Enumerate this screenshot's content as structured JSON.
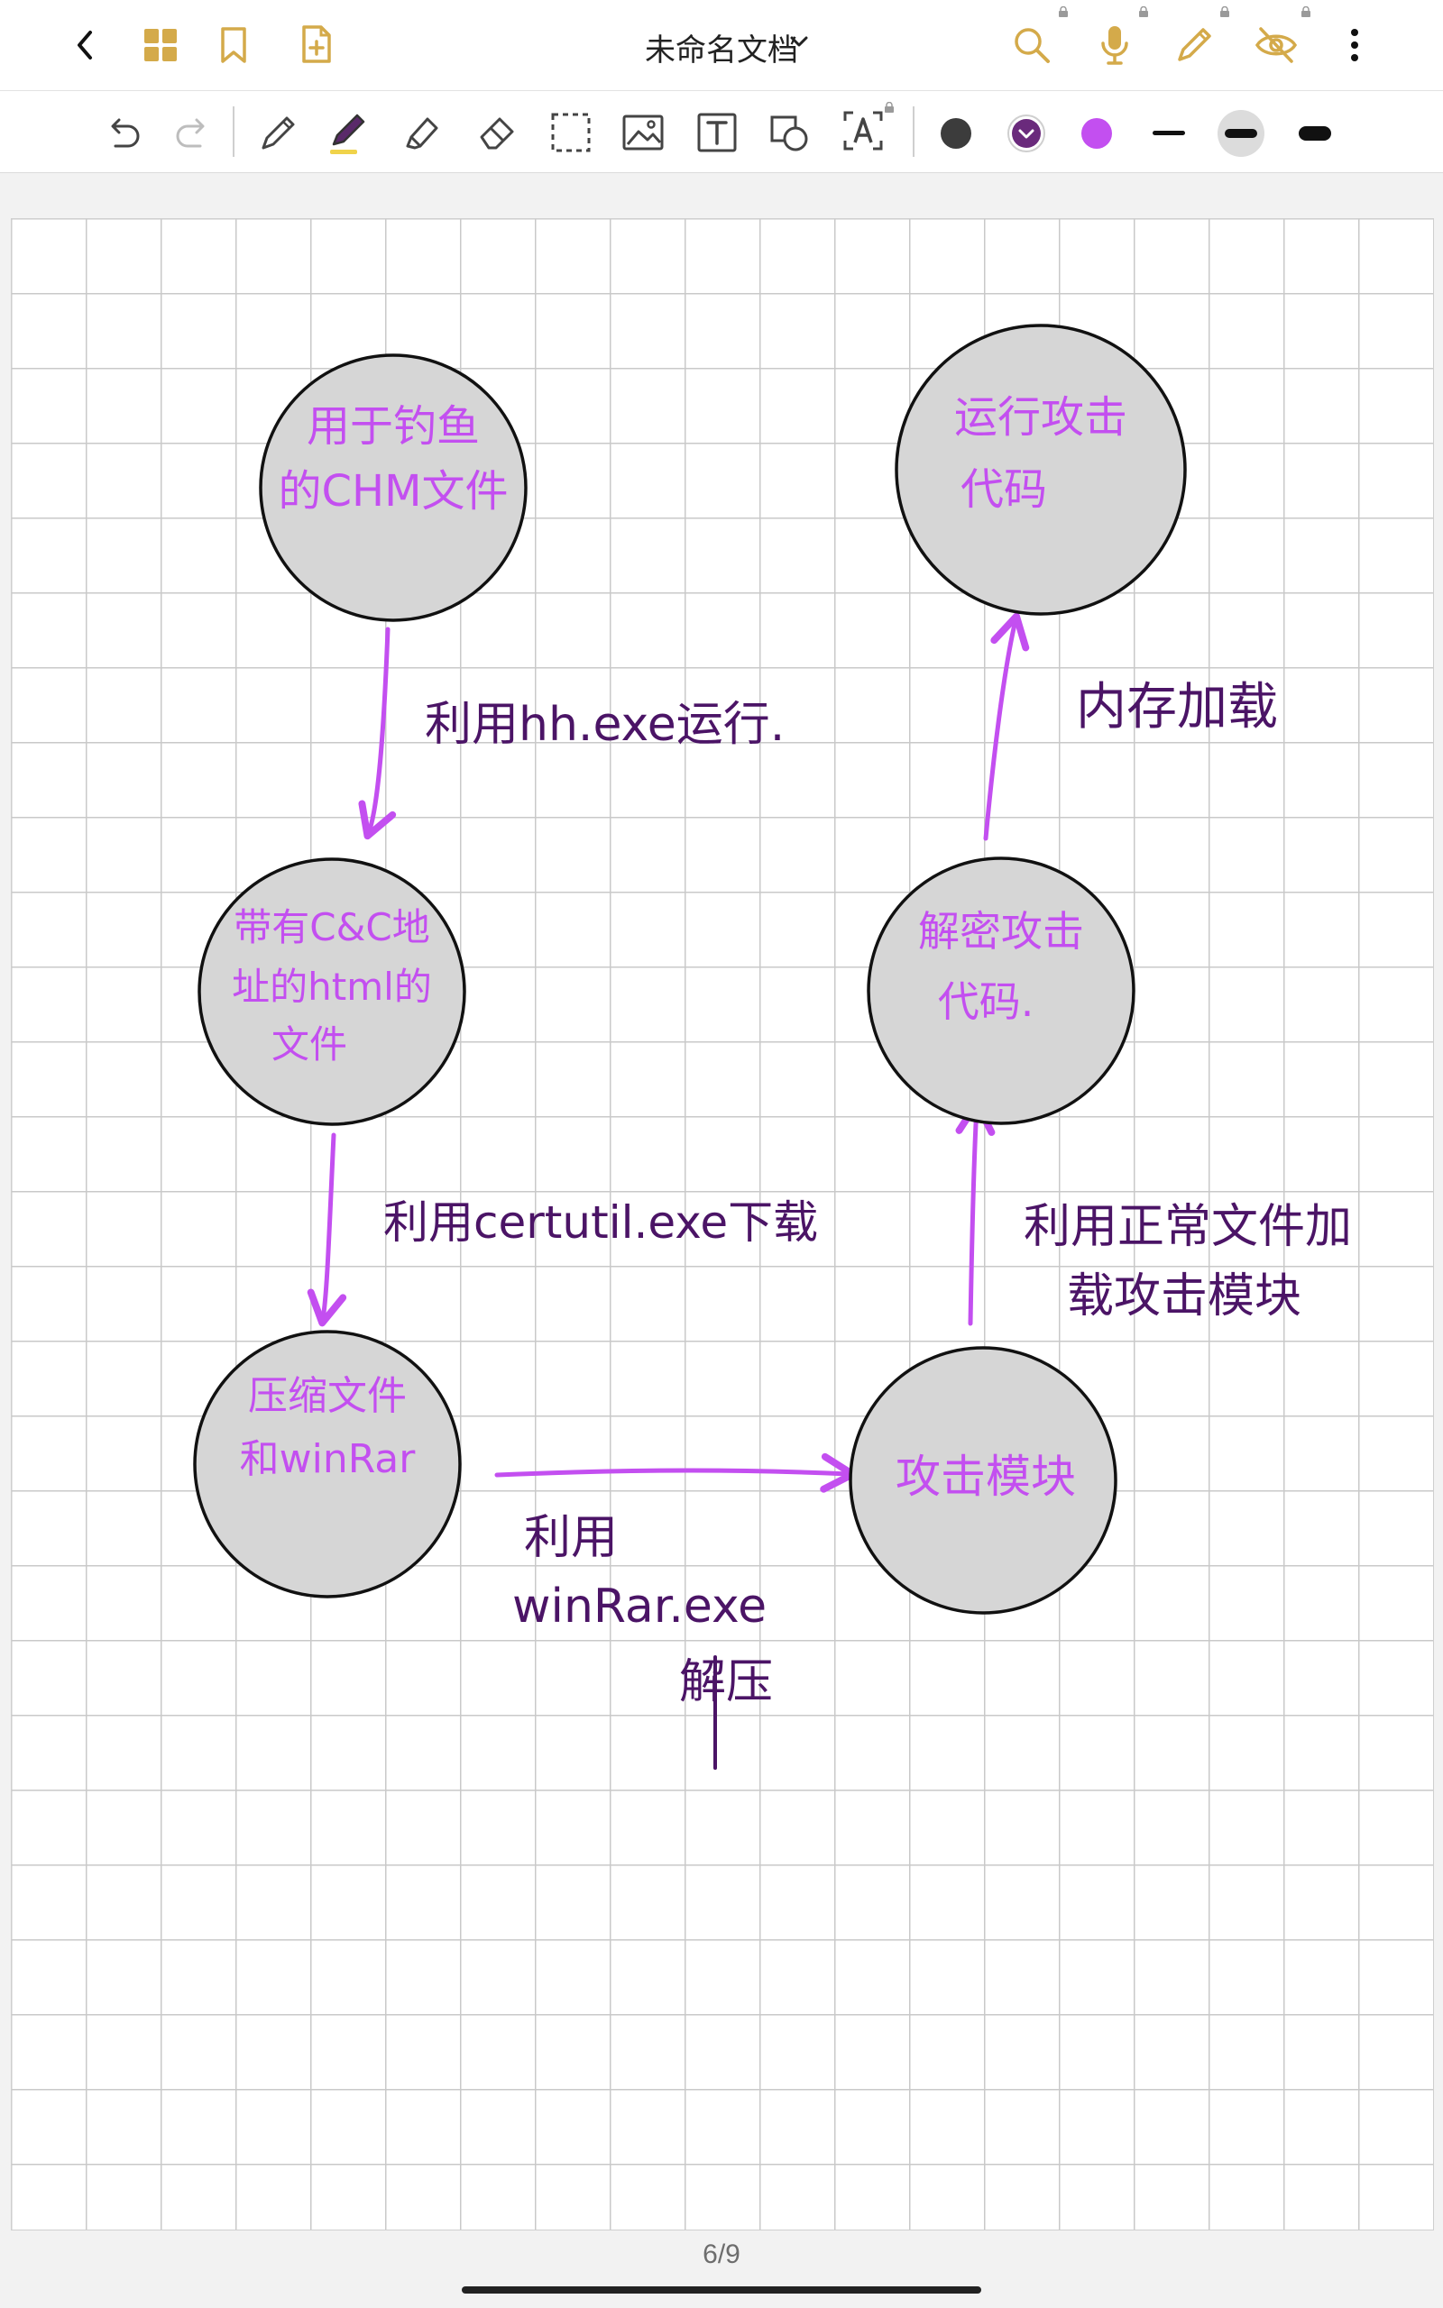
{
  "document": {
    "title": "未命名文档",
    "page_indicator": "6/9"
  },
  "toolbar": {
    "pen_colors": [
      "#3c3c3c",
      "#6a2a7c",
      "#c34ff0"
    ],
    "accent_color": "#d4aa4a"
  },
  "diagram": {
    "nodes": [
      {
        "id": "chm",
        "lines": [
          "用于钓鱼",
          "的CHM文件"
        ]
      },
      {
        "id": "html",
        "lines": [
          "带有C&C地",
          "址的html的",
          "文件"
        ]
      },
      {
        "id": "zip",
        "lines": [
          "压缩文件",
          "和winRar"
        ]
      },
      {
        "id": "module",
        "lines": [
          "攻击模块"
        ]
      },
      {
        "id": "decrypt",
        "lines": [
          "解密攻击",
          "代码."
        ]
      },
      {
        "id": "run",
        "lines": [
          "运行攻击",
          "代码"
        ]
      }
    ],
    "edges": [
      {
        "from": "chm",
        "to": "html",
        "lines": [
          "利用hh.exe运行."
        ]
      },
      {
        "from": "html",
        "to": "zip",
        "lines": [
          "利用certutil.exe下载"
        ]
      },
      {
        "from": "zip",
        "to": "module",
        "lines": [
          "利用",
          "winRar.exe",
          "解压"
        ]
      },
      {
        "from": "module",
        "to": "decrypt",
        "lines": [
          "利用正常文件加",
          "载攻击模块"
        ]
      },
      {
        "from": "decrypt",
        "to": "run",
        "lines": [
          "内存加载"
        ]
      }
    ]
  }
}
